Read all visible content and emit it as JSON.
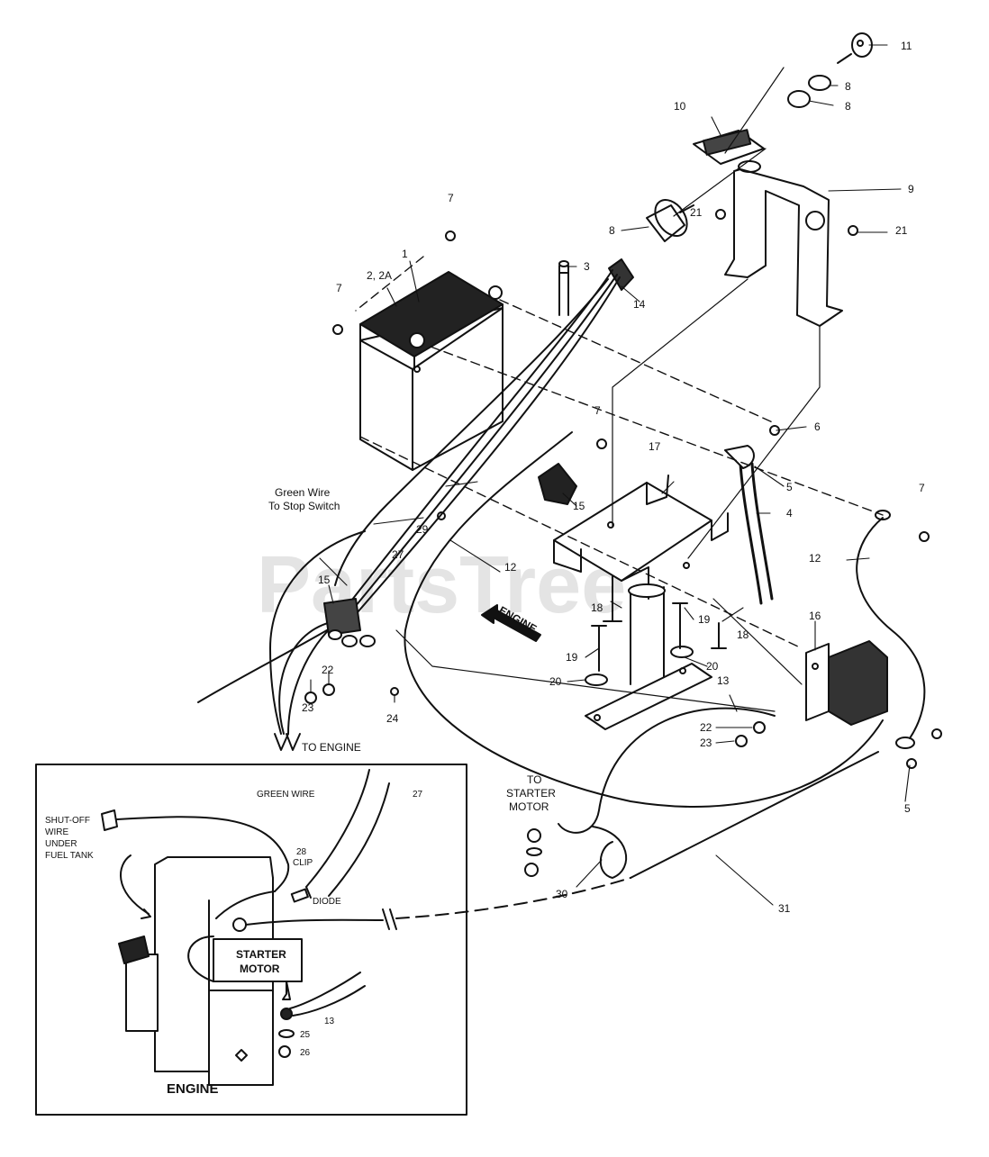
{
  "watermark": "PartsTree",
  "callouts": {
    "c1": "1",
    "c2": "2, 2A",
    "c3": "3",
    "c4": "4",
    "c5a": "5",
    "c5b": "5",
    "c6": "6",
    "c7a": "7",
    "c7b": "7",
    "c7c": "7",
    "c7d": "7",
    "c8a": "8",
    "c8b": "8",
    "c8c": "8",
    "c9": "9",
    "c10": "10",
    "c11": "11",
    "c12a": "12",
    "c12b": "12",
    "c13a": "13",
    "c13b": "13",
    "c14": "14",
    "c15a": "15",
    "c15b": "15",
    "c16": "16",
    "c17": "17",
    "c18a": "18",
    "c18b": "18",
    "c19a": "19",
    "c19b": "19",
    "c20a": "20",
    "c20b": "20",
    "c21a": "21",
    "c21b": "21",
    "c22a": "22",
    "c22b": "22",
    "c23a": "23",
    "c23b": "23",
    "c24": "24",
    "c25": "25",
    "c26": "26",
    "c27a": "27",
    "c27b": "27",
    "c29": "29",
    "c30": "30",
    "c31": "31"
  },
  "labels": {
    "green_wire_1": "Green Wire",
    "green_wire_2": "To Stop Switch",
    "to_engine": "TO ENGINE",
    "engine_arrow": "ENGINE",
    "to_starter_1": "TO",
    "to_starter_2": "STARTER",
    "to_starter_3": "MOTOR",
    "inset_green_wire": "GREEN WIRE",
    "shutoff_1": "SHUT-OFF",
    "shutoff_2": "WIRE",
    "shutoff_3": "UNDER",
    "shutoff_4": "FUEL TANK",
    "clip_num": "28",
    "clip_word": "CLIP",
    "diode": "DIODE",
    "starter_motor_1": "STARTER",
    "starter_motor_2": "MOTOR",
    "engine_caption": "ENGINE"
  }
}
